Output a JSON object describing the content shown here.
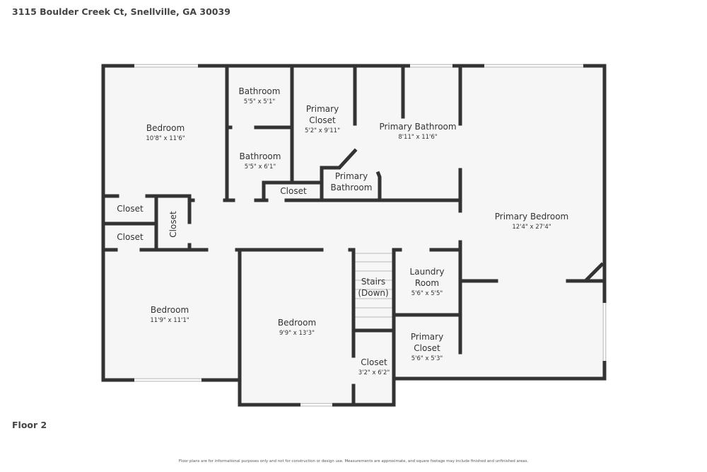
{
  "address": "3115 Boulder Creek Ct, Snellville, GA 30039",
  "floor_label": "Floor 2",
  "disclaimer": "Floor plans are for informational purposes only and not for construction or design use. Measurements are approximate, and square footage may include finished and unfinished areas.",
  "rooms": [
    {
      "name": "Bedroom",
      "dims": "10'8\" x 11'6\""
    },
    {
      "name": "Bathroom",
      "dims": "5'5\" x 5'1\""
    },
    {
      "name": "Bathroom",
      "dims": "5'5\" x 6'1\""
    },
    {
      "name_lines": [
        "Primary",
        "Closet"
      ],
      "dims": "5'2\" x 9'11\""
    },
    {
      "name": "Primary Bathroom",
      "dims": "8'11\" x 11'6\""
    },
    {
      "name_lines": [
        "Primary",
        "Bathroom"
      ]
    },
    {
      "name": "Closet"
    },
    {
      "name": "Closet"
    },
    {
      "name": "Closet"
    },
    {
      "name": "Closet"
    },
    {
      "name": "Primary Bedroom",
      "dims": "12'4\" x 27'4\""
    },
    {
      "name": "Bedroom",
      "dims": "11'9\" x 11'1\""
    },
    {
      "name": "Bedroom",
      "dims": "9'9\" x 13'3\""
    },
    {
      "name_lines": [
        "Stairs",
        "(Down)"
      ]
    },
    {
      "name_lines": [
        "Laundry",
        "Room"
      ],
      "dims": "5'6\" x 5'5\""
    },
    {
      "name_lines": [
        "Primary",
        "Closet"
      ],
      "dims": "5'6\" x 5'3\""
    },
    {
      "name": "Closet",
      "dims": "3'2\" x 6'2\""
    }
  ]
}
